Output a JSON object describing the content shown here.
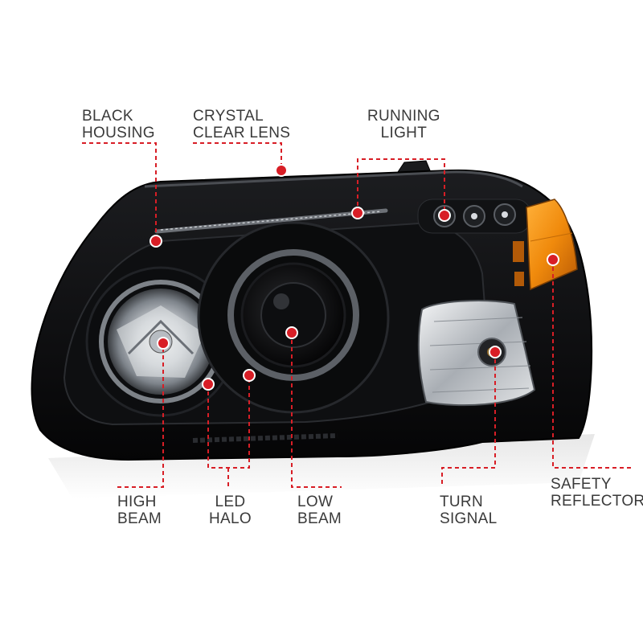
{
  "colors": {
    "callout_line": "#d81e26",
    "label_text": "#3a3a3a",
    "housing": "#0b0b0c",
    "amber_reflector": "#f0900f"
  },
  "callouts": [
    {
      "id": "black-housing",
      "line1": "BLACK",
      "line2": "HOUSING"
    },
    {
      "id": "crystal-clear-lens",
      "line1": "CRYSTAL",
      "line2": "CLEAR LENS"
    },
    {
      "id": "running-light",
      "line1": "RUNNING",
      "line2": "LIGHT"
    },
    {
      "id": "high-beam",
      "line1": "HIGH",
      "line2": "BEAM"
    },
    {
      "id": "led-halo",
      "line1": "LED",
      "line2": "HALO"
    },
    {
      "id": "low-beam",
      "line1": "LOW",
      "line2": "BEAM"
    },
    {
      "id": "turn-signal",
      "line1": "TURN",
      "line2": "SIGNAL"
    },
    {
      "id": "safety-reflector",
      "line1": "SAFETY",
      "line2": "REFLECTOR"
    }
  ]
}
